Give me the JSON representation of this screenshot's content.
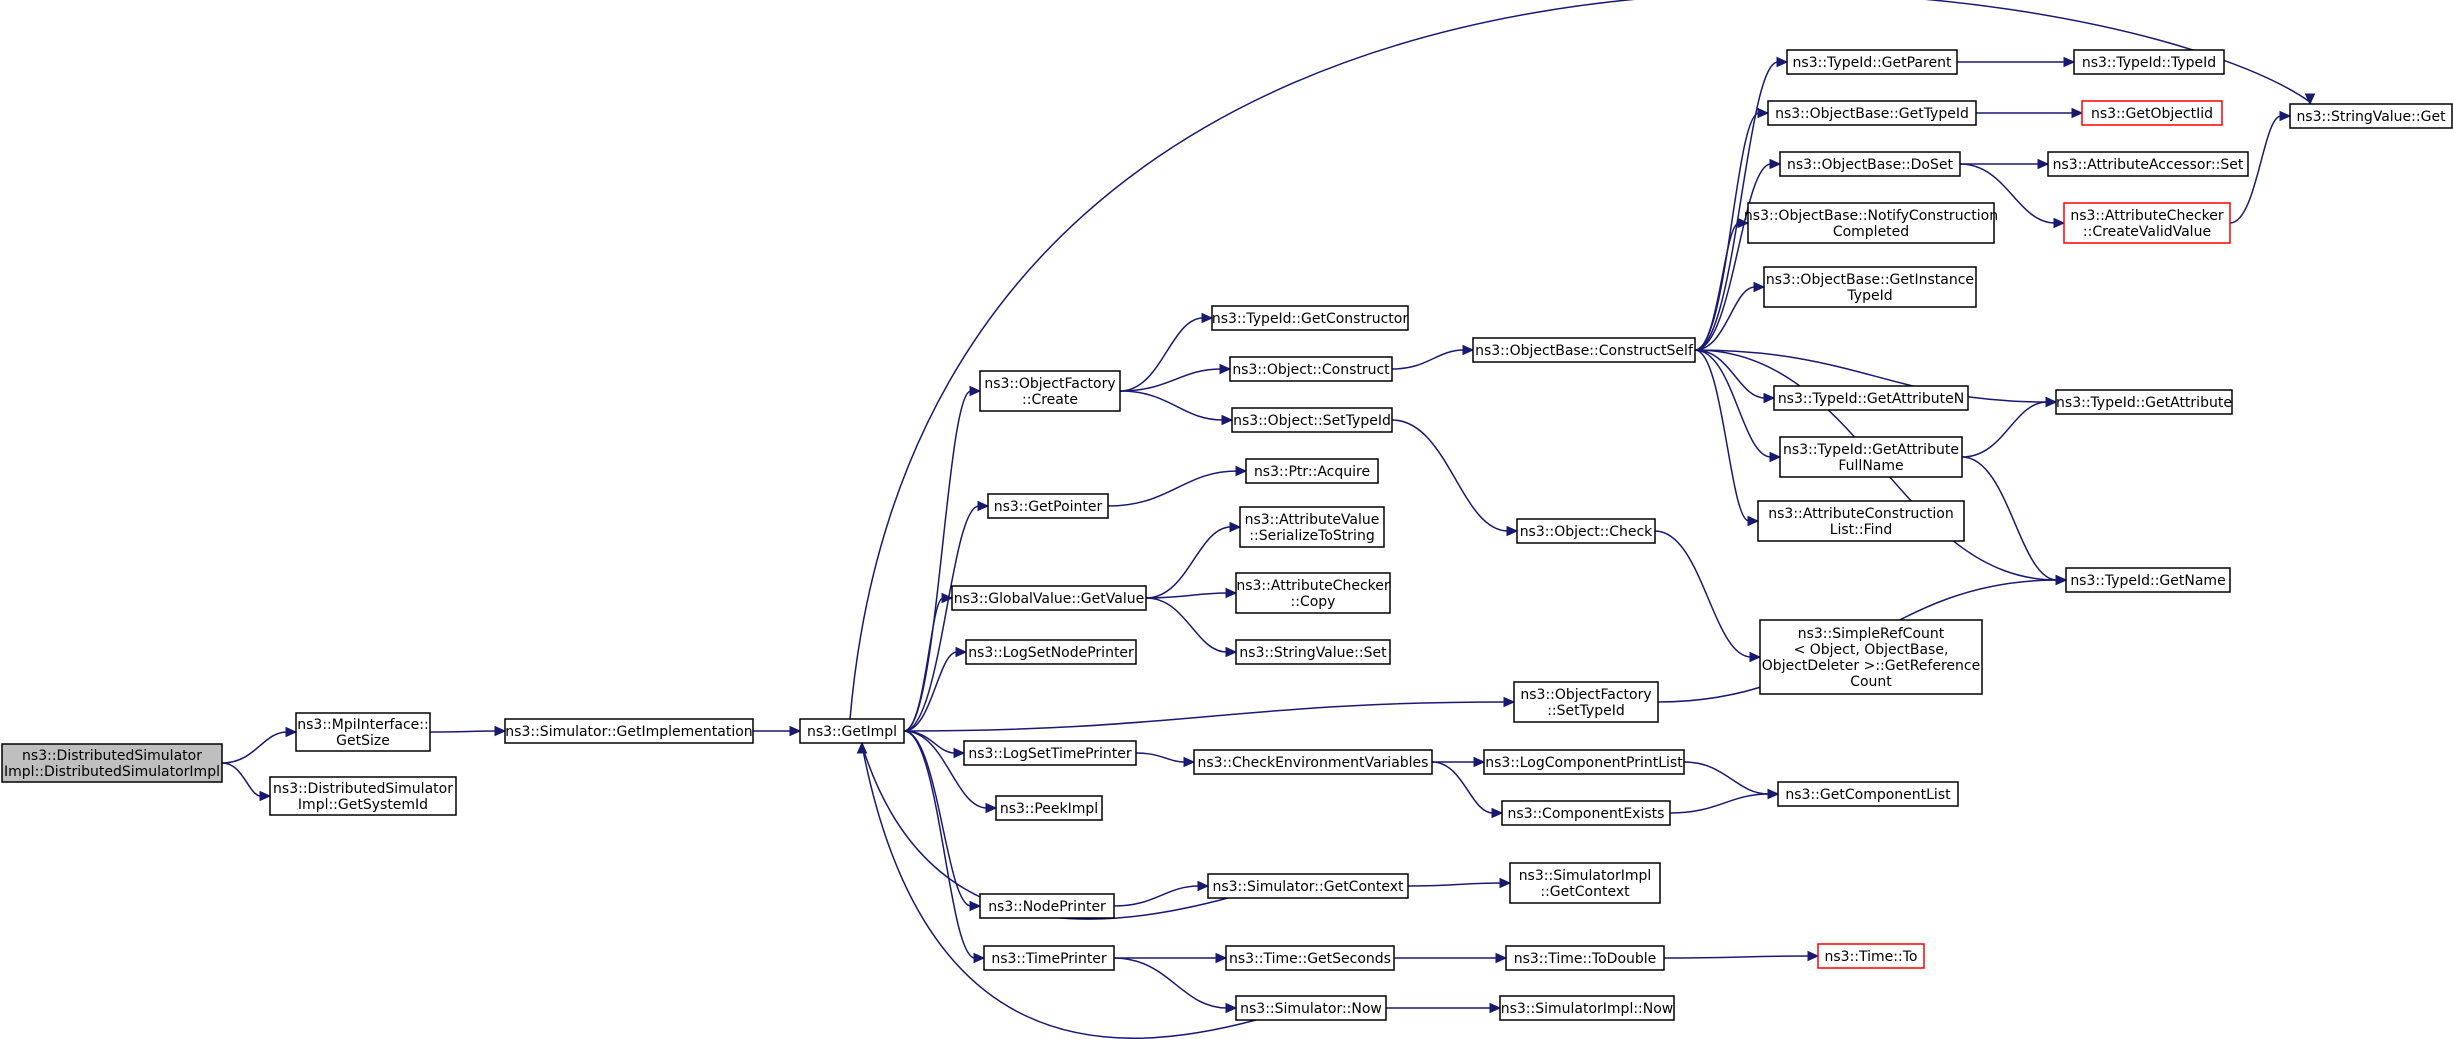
{
  "colors": {
    "edge": "#191970",
    "root_fill": "#bfbfbf",
    "red_border": "#ff0000"
  },
  "nodes": {
    "root": {
      "lines": [
        "ns3::DistributedSimulator",
        "Impl::DistributedSimulatorImpl"
      ],
      "style": "root"
    },
    "mpi_getsize": {
      "lines": [
        "ns3::MpiInterface::",
        "GetSize"
      ]
    },
    "get_system_id": {
      "lines": [
        "ns3::DistributedSimulator",
        "Impl::GetSystemId"
      ]
    },
    "sim_getimpl": {
      "lines": [
        "ns3::Simulator::GetImplementation"
      ]
    },
    "getimpl": {
      "lines": [
        "ns3::GetImpl"
      ]
    },
    "objfactory_create": {
      "lines": [
        "ns3::ObjectFactory",
        "::Create"
      ]
    },
    "getpointer": {
      "lines": [
        "ns3::GetPointer"
      ]
    },
    "globalvalue_getvalue": {
      "lines": [
        "ns3::GlobalValue::GetValue"
      ]
    },
    "logsetnodeprinter": {
      "lines": [
        "ns3::LogSetNodePrinter"
      ]
    },
    "logsettimeprinter": {
      "lines": [
        "ns3::LogSetTimePrinter"
      ]
    },
    "peekimpl": {
      "lines": [
        "ns3::PeekImpl"
      ]
    },
    "nodeprinter": {
      "lines": [
        "ns3::NodePrinter"
      ]
    },
    "timeprinter": {
      "lines": [
        "ns3::TimePrinter"
      ]
    },
    "typeid_getconstructor": {
      "lines": [
        "ns3::TypeId::GetConstructor"
      ]
    },
    "object_construct": {
      "lines": [
        "ns3::Object::Construct"
      ]
    },
    "object_settypeid": {
      "lines": [
        "ns3::Object::SetTypeId"
      ]
    },
    "ptr_acquire": {
      "lines": [
        "ns3::Ptr::Acquire"
      ]
    },
    "attrvalue_serialize": {
      "lines": [
        "ns3::AttributeValue",
        "::SerializeToString"
      ]
    },
    "attrchecker_copy": {
      "lines": [
        "ns3::AttributeChecker",
        "::Copy"
      ]
    },
    "stringvalue_set": {
      "lines": [
        "ns3::StringValue::Set"
      ]
    },
    "checkenv": {
      "lines": [
        "ns3::CheckEnvironmentVariables"
      ]
    },
    "sim_getcontext": {
      "lines": [
        "ns3::Simulator::GetContext"
      ]
    },
    "time_getseconds": {
      "lines": [
        "ns3::Time::GetSeconds"
      ]
    },
    "sim_now": {
      "lines": [
        "ns3::Simulator::Now"
      ]
    },
    "objbase_constructself": {
      "lines": [
        "ns3::ObjectBase::ConstructSelf"
      ]
    },
    "object_check": {
      "lines": [
        "ns3::Object::Check"
      ]
    },
    "objfactory_settypeid": {
      "lines": [
        "ns3::ObjectFactory",
        "::SetTypeId"
      ]
    },
    "logcomponentprintlist": {
      "lines": [
        "ns3::LogComponentPrintList"
      ]
    },
    "componentexists": {
      "lines": [
        "ns3::ComponentExists"
      ]
    },
    "simimpl_getcontext": {
      "lines": [
        "ns3::SimulatorImpl",
        "::GetContext"
      ]
    },
    "time_todouble": {
      "lines": [
        "ns3::Time::ToDouble"
      ]
    },
    "simimpl_now": {
      "lines": [
        "ns3::SimulatorImpl::Now"
      ]
    },
    "typeid_getparent": {
      "lines": [
        "ns3::TypeId::GetParent"
      ]
    },
    "objbase_gettypeid": {
      "lines": [
        "ns3::ObjectBase::GetTypeId"
      ]
    },
    "objbase_doset": {
      "lines": [
        "ns3::ObjectBase::DoSet"
      ]
    },
    "objbase_notify": {
      "lines": [
        "ns3::ObjectBase::NotifyConstruction",
        "Completed"
      ]
    },
    "objbase_getinstance": {
      "lines": [
        "ns3::ObjectBase::GetInstance",
        "TypeId"
      ]
    },
    "typeid_getattributen": {
      "lines": [
        "ns3::TypeId::GetAttributeN"
      ]
    },
    "typeid_getattributefullname": {
      "lines": [
        "ns3::TypeId::GetAttribute",
        "FullName"
      ]
    },
    "attrconstructionlist_find": {
      "lines": [
        "ns3::AttributeConstruction",
        "List::Find"
      ]
    },
    "simplerefcount": {
      "lines": [
        "ns3::SimpleRefCount",
        "< Object, ObjectBase,",
        " ObjectDeleter >::GetReference",
        "Count"
      ]
    },
    "getcomponentlist": {
      "lines": [
        "ns3::GetComponentList"
      ]
    },
    "time_to": {
      "lines": [
        "ns3::Time::To"
      ],
      "style": "red"
    },
    "typeid_typeid": {
      "lines": [
        "ns3::TypeId::TypeId"
      ]
    },
    "getobjectiid": {
      "lines": [
        "ns3::GetObjectIid"
      ],
      "style": "red"
    },
    "attraccessor_set": {
      "lines": [
        "ns3::AttributeAccessor::Set"
      ]
    },
    "attrchecker_createvalid": {
      "lines": [
        "ns3::AttributeChecker",
        "::CreateValidValue"
      ],
      "style": "red"
    },
    "typeid_getattribute": {
      "lines": [
        "ns3::TypeId::GetAttribute"
      ]
    },
    "typeid_getname": {
      "lines": [
        "ns3::TypeId::GetName"
      ]
    },
    "stringvalue_get": {
      "lines": [
        "ns3::StringValue::Get"
      ]
    }
  },
  "edges": [
    [
      "root",
      "mpi_getsize"
    ],
    [
      "root",
      "get_system_id"
    ],
    [
      "mpi_getsize",
      "sim_getimpl"
    ],
    [
      "sim_getimpl",
      "getimpl"
    ],
    [
      "getimpl",
      "objfactory_create"
    ],
    [
      "getimpl",
      "getpointer"
    ],
    [
      "getimpl",
      "globalvalue_getvalue"
    ],
    [
      "getimpl",
      "logsetnodeprinter"
    ],
    [
      "getimpl",
      "logsettimeprinter"
    ],
    [
      "getimpl",
      "peekimpl"
    ],
    [
      "getimpl",
      "nodeprinter"
    ],
    [
      "getimpl",
      "timeprinter"
    ],
    [
      "getimpl",
      "objfactory_settypeid"
    ],
    [
      "getimpl",
      "stringvalue_get"
    ],
    [
      "objfactory_create",
      "typeid_getconstructor"
    ],
    [
      "objfactory_create",
      "object_construct"
    ],
    [
      "objfactory_create",
      "object_settypeid"
    ],
    [
      "getpointer",
      "ptr_acquire"
    ],
    [
      "globalvalue_getvalue",
      "attrvalue_serialize"
    ],
    [
      "globalvalue_getvalue",
      "attrchecker_copy"
    ],
    [
      "globalvalue_getvalue",
      "stringvalue_set"
    ],
    [
      "logsettimeprinter",
      "checkenv"
    ],
    [
      "nodeprinter",
      "sim_getcontext"
    ],
    [
      "sim_getcontext",
      "getimpl"
    ],
    [
      "timeprinter",
      "time_getseconds"
    ],
    [
      "timeprinter",
      "sim_now"
    ],
    [
      "sim_now",
      "getimpl"
    ],
    [
      "object_construct",
      "objbase_constructself"
    ],
    [
      "object_settypeid",
      "object_check"
    ],
    [
      "checkenv",
      "logcomponentprintlist"
    ],
    [
      "checkenv",
      "componentexists"
    ],
    [
      "sim_getcontext",
      "simimpl_getcontext"
    ],
    [
      "time_getseconds",
      "time_todouble"
    ],
    [
      "sim_now",
      "simimpl_now"
    ],
    [
      "objbase_constructself",
      "typeid_getparent"
    ],
    [
      "objbase_constructself",
      "objbase_gettypeid"
    ],
    [
      "objbase_constructself",
      "objbase_doset"
    ],
    [
      "objbase_constructself",
      "objbase_notify"
    ],
    [
      "objbase_constructself",
      "objbase_getinstance"
    ],
    [
      "objbase_constructself",
      "typeid_getattribute"
    ],
    [
      "objbase_constructself",
      "typeid_getattributen"
    ],
    [
      "objbase_constructself",
      "typeid_getattributefullname"
    ],
    [
      "objbase_constructself",
      "attrconstructionlist_find"
    ],
    [
      "objbase_constructself",
      "typeid_getname"
    ],
    [
      "object_check",
      "simplerefcount"
    ],
    [
      "objfactory_settypeid",
      "typeid_getname"
    ],
    [
      "logcomponentprintlist",
      "getcomponentlist"
    ],
    [
      "componentexists",
      "getcomponentlist"
    ],
    [
      "time_todouble",
      "time_to"
    ],
    [
      "typeid_getparent",
      "typeid_typeid"
    ],
    [
      "objbase_gettypeid",
      "getobjectiid"
    ],
    [
      "objbase_doset",
      "attraccessor_set"
    ],
    [
      "objbase_doset",
      "attrchecker_createvalid"
    ],
    [
      "attrchecker_createvalid",
      "stringvalue_get"
    ],
    [
      "typeid_getattributefullname",
      "typeid_getattribute"
    ],
    [
      "typeid_getattributefullname",
      "typeid_getname"
    ]
  ]
}
